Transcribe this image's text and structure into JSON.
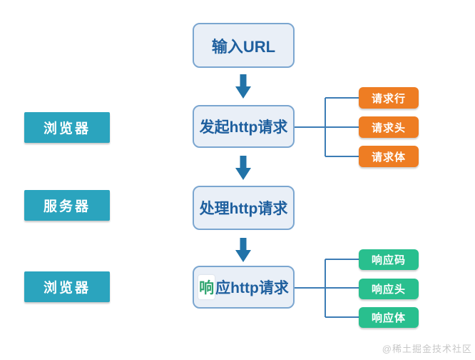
{
  "lanes": [
    {
      "label": "浏览器"
    },
    {
      "label": "服务器"
    },
    {
      "label": "浏览器"
    }
  ],
  "flow": {
    "step1": "输入URL",
    "step2": "发起http请求",
    "step3": "处理http请求",
    "step4_highlight": "响",
    "step4_rest": "应http请求"
  },
  "request_group": {
    "items": [
      {
        "label": "请求行"
      },
      {
        "label": "请求头"
      },
      {
        "label": "请求体"
      }
    ]
  },
  "response_group": {
    "items": [
      {
        "label": "响应码"
      },
      {
        "label": "响应头"
      },
      {
        "label": "响应体"
      }
    ]
  },
  "watermark": "@稀土掘金技术社区",
  "colors": {
    "lane": "#2ba4be",
    "flow_fill": "#e9eff7",
    "flow_border": "#7ba6d0",
    "flow_text": "#1e5f9e",
    "arrow": "#2273a8",
    "request": "#ee7d23",
    "response": "#29bf8e",
    "connector": "#3c7cb5",
    "highlight_text": "#2da36d"
  }
}
